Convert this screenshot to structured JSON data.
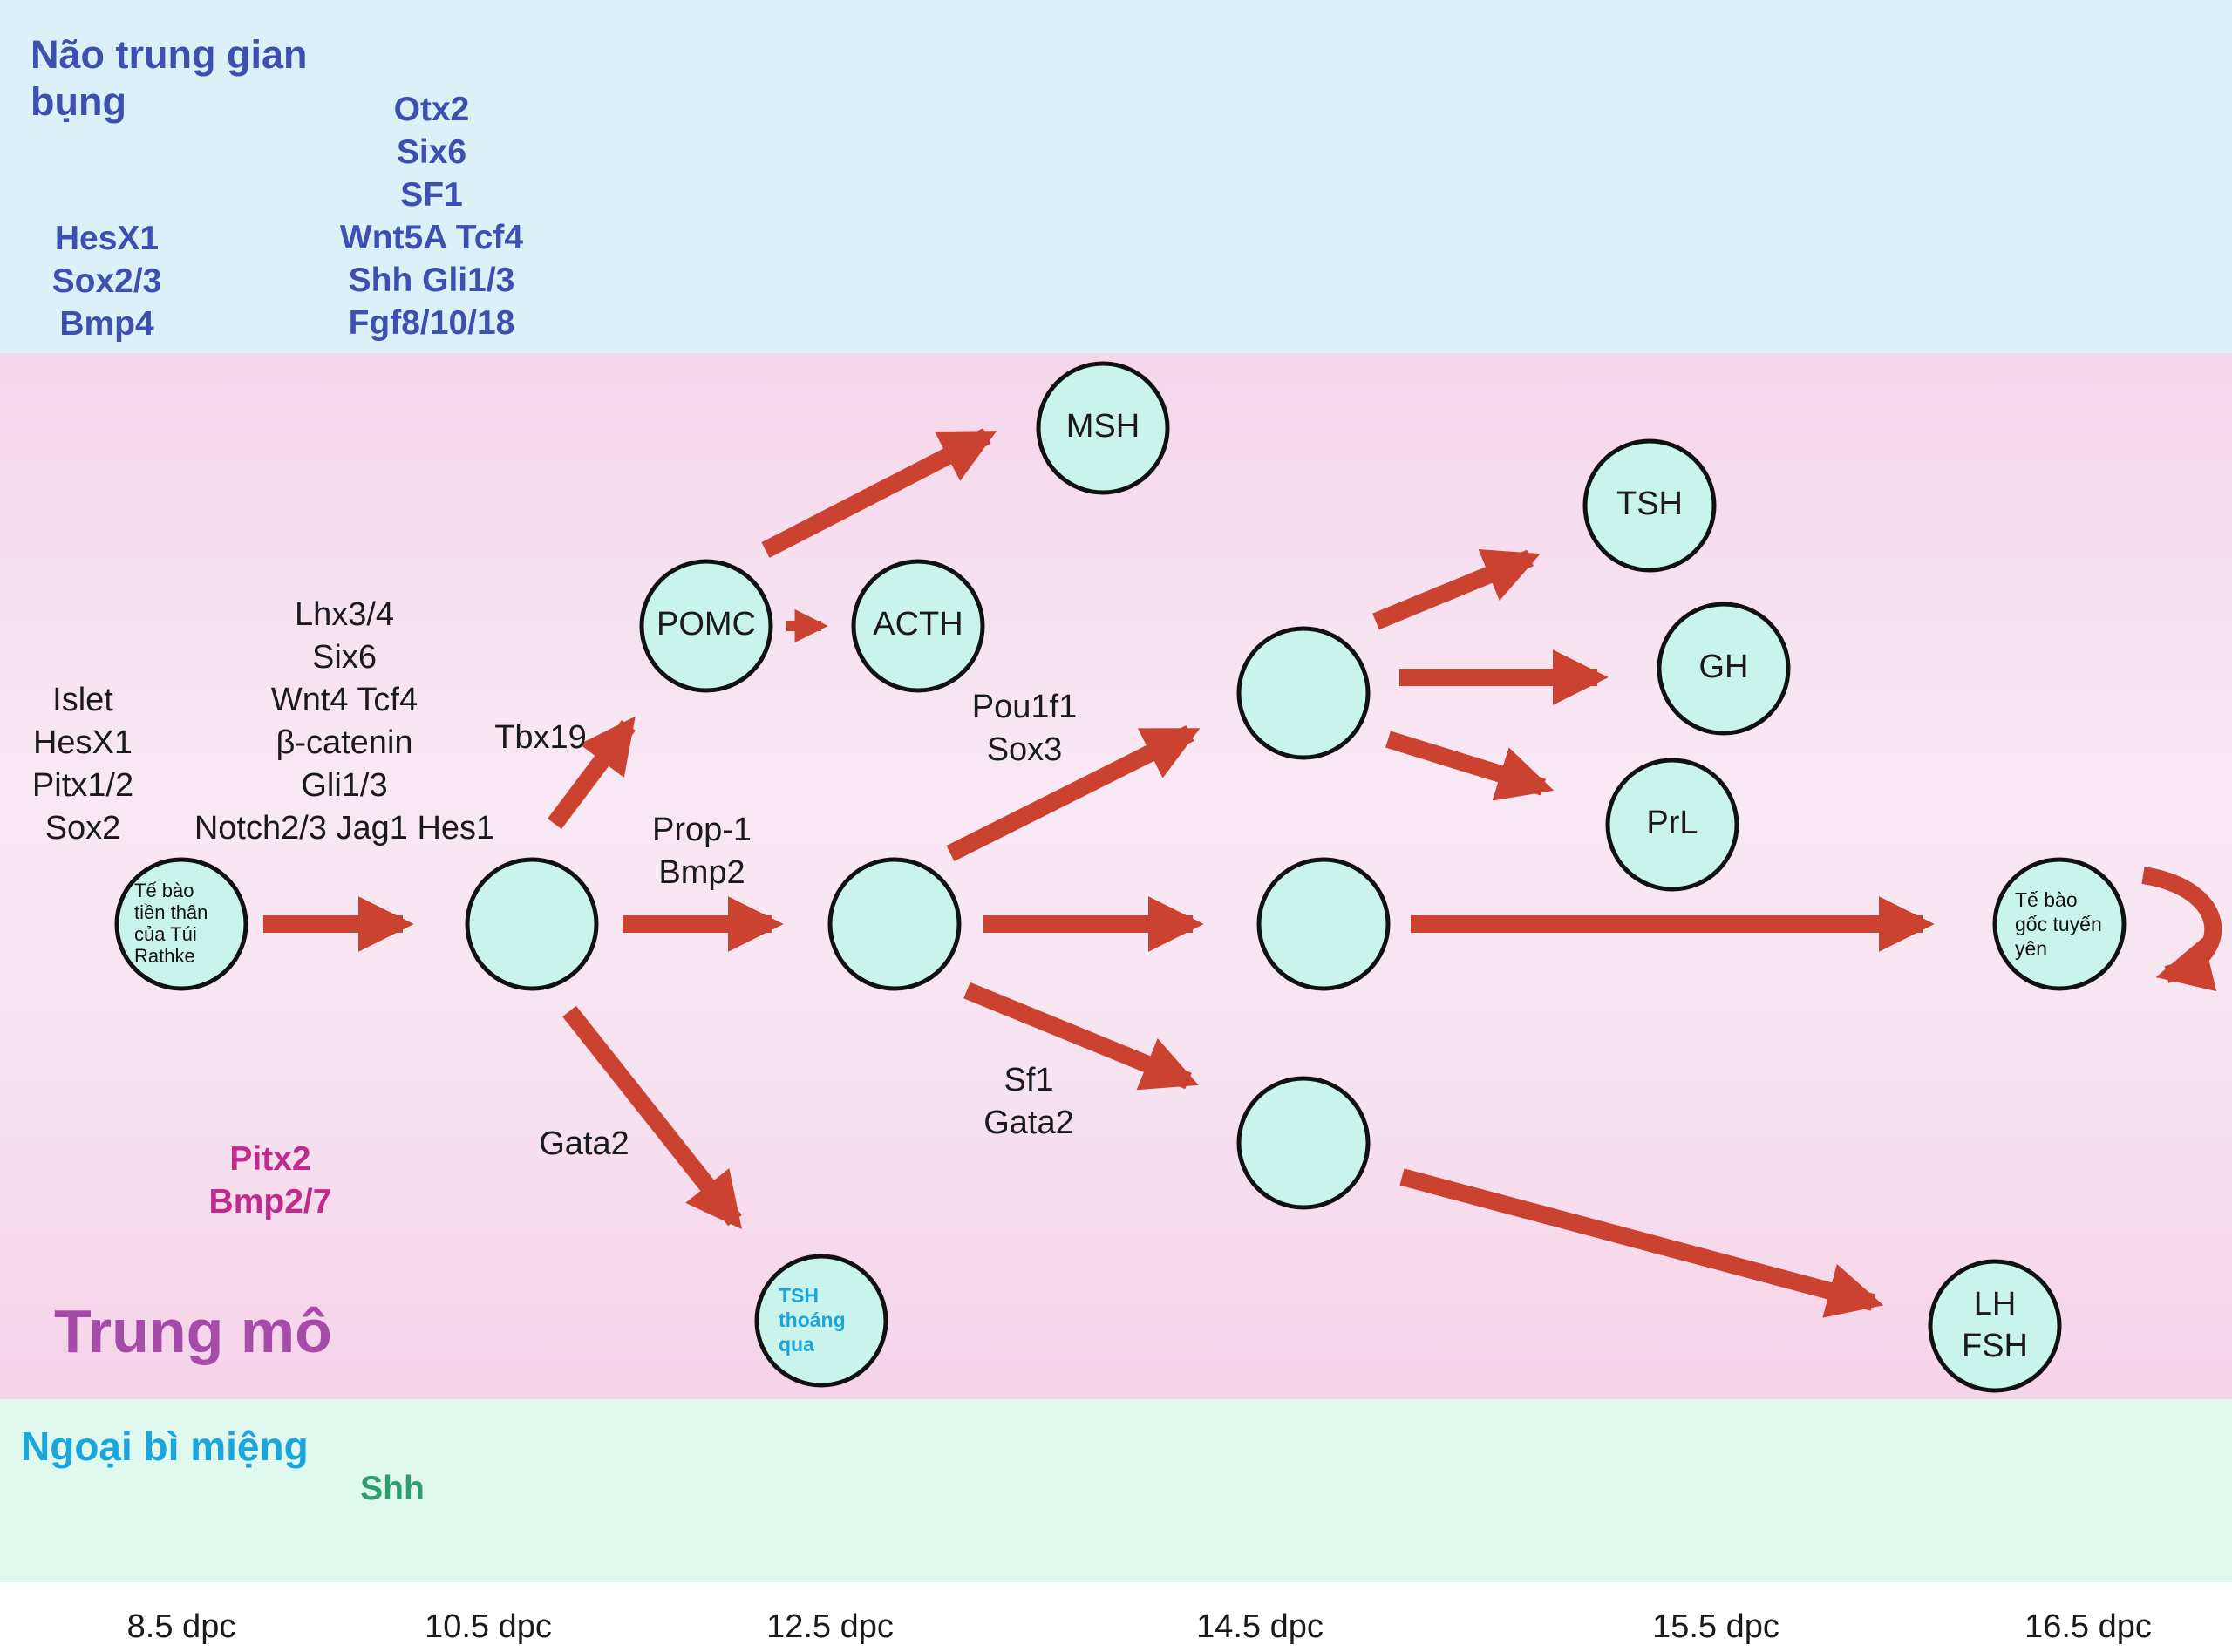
{
  "regions": {
    "top_title_lines": [
      "Não trung gian",
      "bụng"
    ],
    "mid_title": "Trung mô",
    "bottom_title": "Ngoại bì miệng"
  },
  "top_genes_left": [
    "HesX1",
    "Sox2/3",
    "Bmp4"
  ],
  "top_genes_right": [
    "Otx2",
    "Six6",
    "SF1",
    "Wnt5A Tcf4",
    "Shh Gli1/3",
    "Fgf8/10/18"
  ],
  "mesenchyme_genes": [
    "Pitx2",
    "Bmp2/7"
  ],
  "oral_genes": [
    "Shh"
  ],
  "labels": {
    "stage1_genes": [
      "Islet",
      "HesX1",
      "Pitx1/2",
      "Sox2"
    ],
    "stage2_genes": [
      "Lhx3/4",
      "Six6",
      "Wnt4 Tcf4",
      "β-catenin",
      "Gli1/3",
      "Notch2/3 Jag1 Hes1"
    ],
    "tbx19": "Tbx19",
    "prop1": [
      "Prop-1",
      "Bmp2"
    ],
    "gata2": "Gata2",
    "pou1f1": [
      "Pou1f1",
      "Sox3"
    ],
    "sf1": [
      "Sf1",
      "Gata2"
    ]
  },
  "nodes": {
    "rathke": [
      "Tế bào",
      "tiền thân",
      "của Túi",
      "Rathke"
    ],
    "pomc": "POMC",
    "acth": "ACTH",
    "msh": "MSH",
    "tsh": "TSH",
    "gh": "GH",
    "prl": "PrL",
    "lh_fsh": [
      "LH",
      "FSH"
    ],
    "tsh_transient": [
      "TSH",
      "thoáng",
      "qua"
    ],
    "stem": [
      "Tế bào",
      "gốc tuyến",
      "yên"
    ]
  },
  "timeline": [
    "8.5 dpc",
    "10.5 dpc",
    "12.5 dpc",
    "14.5 dpc",
    "15.5 dpc",
    "16.5 dpc"
  ],
  "colors": {
    "arrow": "#cc4230",
    "node_fill": "#c9f4ec",
    "node_stroke": "#111111",
    "top_band": "#dcf0f7",
    "mid_band": "#f5d6ea",
    "bottom_band": "#dff9ee",
    "gene_blue": "#3d4fb0",
    "gene_magenta": "#c02a8c",
    "gene_green": "#2f9e6e",
    "title_purple": "#a74bab",
    "title_cyan": "#1aa5dc"
  }
}
